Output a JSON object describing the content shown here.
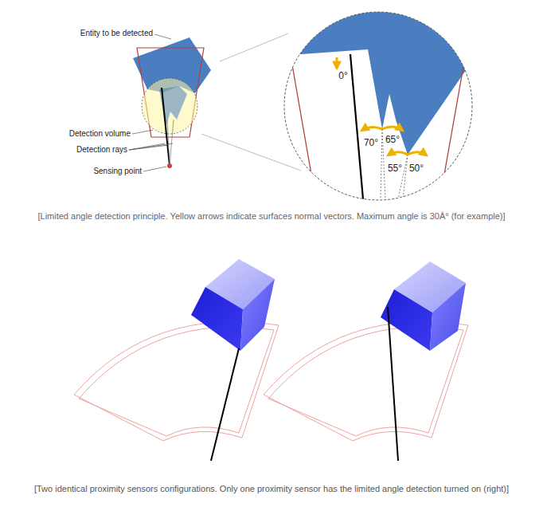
{
  "diagram": {
    "labels": [
      "Entity to be detected",
      "Detection volume",
      "Detection rays",
      "Sensing point",
      "0°",
      "70°",
      "65°",
      "55°",
      "50°",
      "[Limited angle detection principle. Yellow arrows indicate surfaces normal vectors. Maximum angle is 30Â° (for example)]",
      "[Two identical proximity sensors configurations. Only one proximity sensor has the limited angle detection turned on (right)]"
    ]
  }
}
